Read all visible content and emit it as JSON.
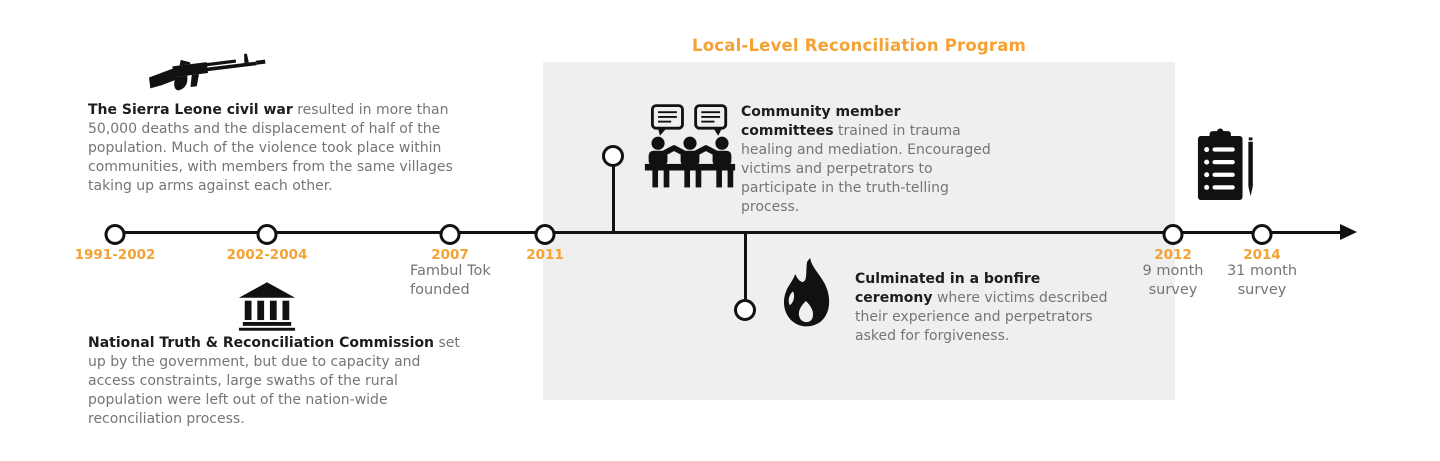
{
  "colors": {
    "accent": "#F5A234",
    "box": "#EFEFEF",
    "text_dark": "#1D1D1D",
    "text_gray": "#757575",
    "line": "#111111"
  },
  "program_box": {
    "title": "Local-Level Reconciliation Program"
  },
  "timeline": {
    "nodes": [
      {
        "year": "1991-2002",
        "sub": ""
      },
      {
        "year": "2002-2004",
        "sub": ""
      },
      {
        "year": "2007",
        "sub": "Fambul Tok founded"
      },
      {
        "year": "2011",
        "sub": ""
      },
      {
        "year": "2012",
        "sub": "9 month survey"
      },
      {
        "year": "2014",
        "sub": "31 month survey"
      }
    ]
  },
  "annotations": {
    "civil_war": {
      "lead": "The Sierra Leone civil war",
      "body": " resulted in more than 50,000 deaths and the displacement of half of the population. Much of the violence took place within communities, with members from the same villages taking up arms against each other."
    },
    "commission": {
      "lead": "National Truth & Reconciliation Commission",
      "body": " set up by the government, but due to capacity and access constraints, large swaths of the rural population were left out of the nation-wide reconciliation process."
    },
    "committees": {
      "lead": "Community member committees",
      "body": " trained in trauma healing and mediation. Encouraged victims and perpetrators to participate in the truth-telling process."
    },
    "bonfire": {
      "lead": "Culminated in a bonfire ceremony",
      "body": " where victims described their experience and perpetrators asked for forgiveness."
    }
  },
  "icons": {
    "civil_war": "rifle-icon",
    "commission": "bank-icon",
    "committees": "meeting-icon",
    "bonfire": "flame-icon",
    "survey": "clipboard-icon",
    "timeline_end": "arrow-right-icon"
  }
}
